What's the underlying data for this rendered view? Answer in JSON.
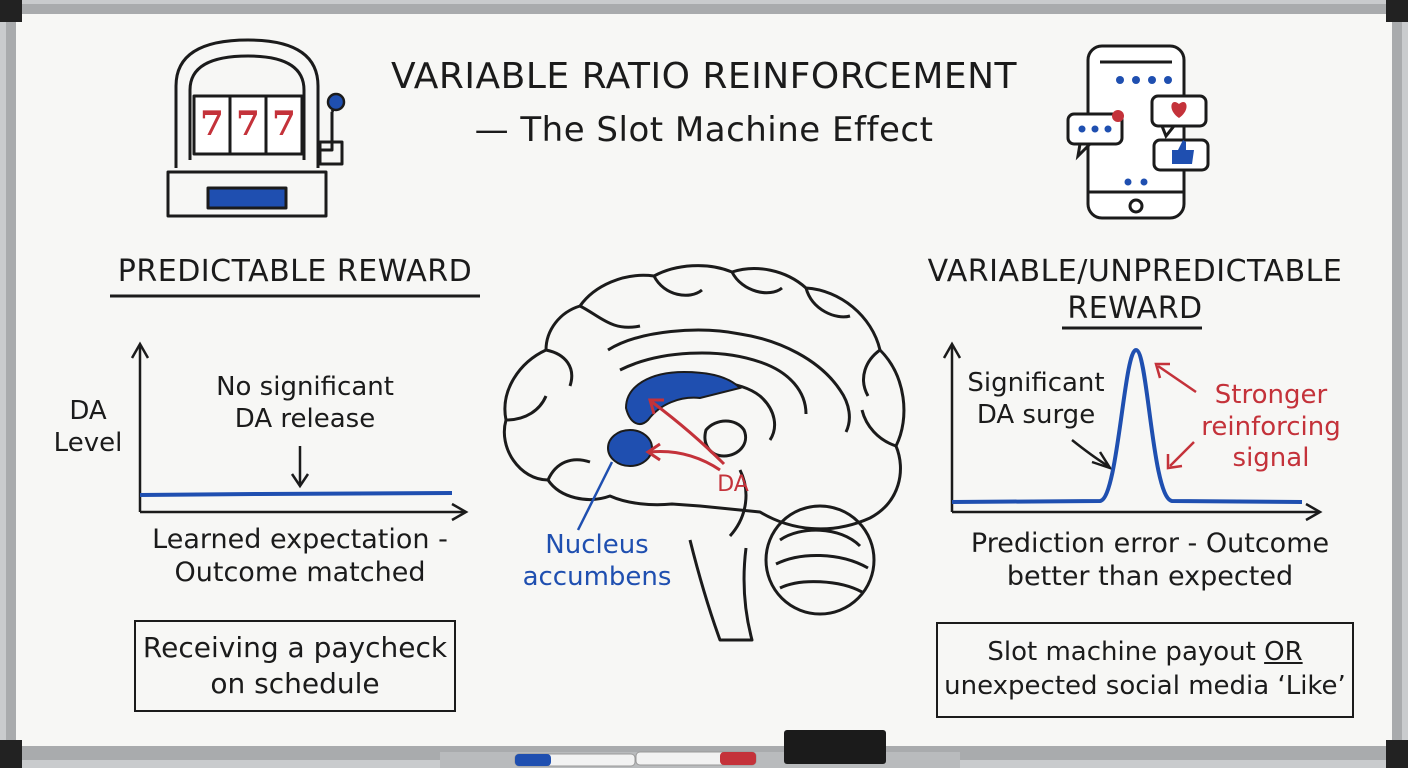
{
  "title": {
    "line1": "VARIABLE RATIO REINFORCEMENT",
    "line2": "— The Slot Machine Effect"
  },
  "slot_machine": {
    "reels": [
      "7",
      "7",
      "7"
    ]
  },
  "left_panel": {
    "heading": "PREDICTABLE REWARD",
    "y_axis_label": [
      "DA",
      "Level"
    ],
    "annotation": [
      "No significant",
      "DA release"
    ],
    "caption": [
      "Learned expectation -",
      "Outcome matched"
    ],
    "example": [
      "Receiving a paycheck",
      "on schedule"
    ]
  },
  "center": {
    "structure_label": [
      "Nucleus",
      "accumbens"
    ],
    "pathway_label": "DA"
  },
  "right_panel": {
    "heading": [
      "VARIABLE/UNPREDICTABLE",
      "REWARD"
    ],
    "annotation_left": [
      "Significant",
      "DA surge"
    ],
    "annotation_right": [
      "Stronger",
      "reinforcing",
      "signal"
    ],
    "caption": [
      "Prediction error - Outcome",
      "better than expected"
    ],
    "example_line1": "Slot machine payout ",
    "example_emphasis": "OR",
    "example_line2": "unexpected social media ‘Like’"
  },
  "colors": {
    "marker_blue": "#1f4fb0",
    "marker_red": "#c4323a",
    "ink": "#1b1b1b",
    "board": "#f7f7f5"
  }
}
